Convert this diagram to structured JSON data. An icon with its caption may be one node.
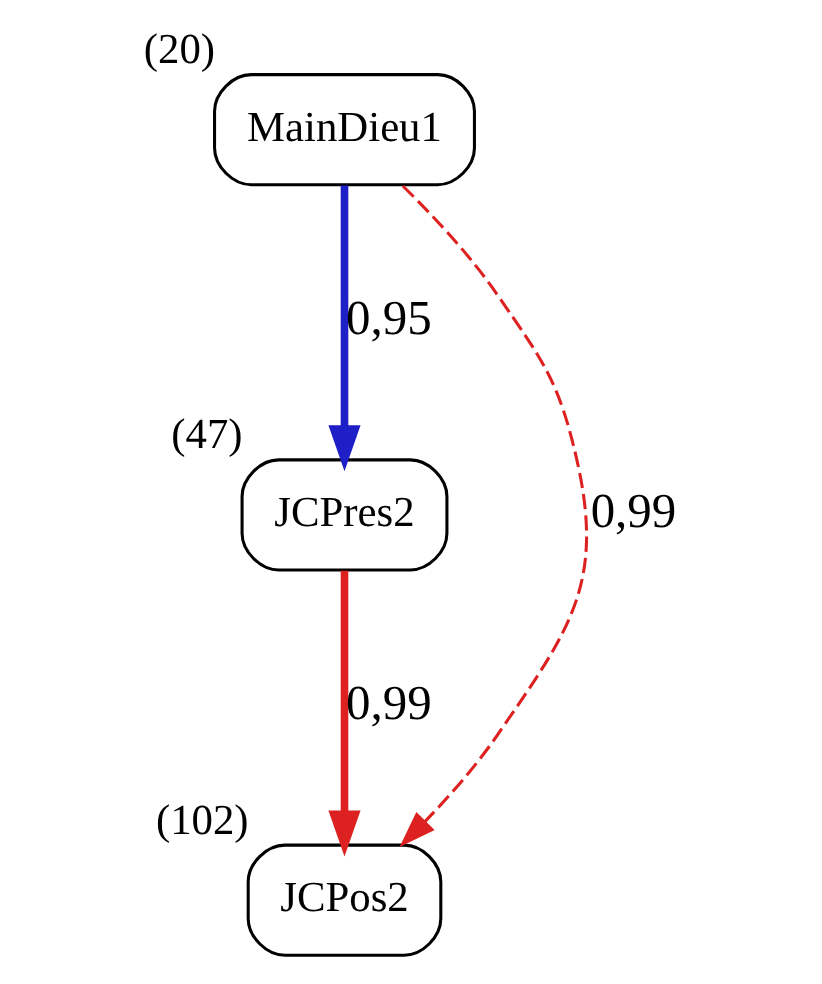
{
  "diagram": {
    "nodes": [
      {
        "text": [
          "MainDieu1"
        ],
        "beside": [
          "(20)"
        ]
      },
      {
        "text": [
          "JCPres2"
        ],
        "beside": [
          "(47)"
        ]
      },
      {
        "text": [
          "JCPos2"
        ],
        "beside": [
          "(102)"
        ]
      }
    ],
    "edges": [
      {
        "from": 0,
        "to": 1,
        "arrow": "to",
        "label": "0,95",
        "color": "#1f1fc8"
      },
      {
        "from": 1,
        "to": 2,
        "arrow": "to",
        "label": "0,99"
      },
      {
        "from": 0,
        "to": 2,
        "arrow": "to",
        "label": "0,99",
        "style": "dashed"
      }
    ]
  }
}
